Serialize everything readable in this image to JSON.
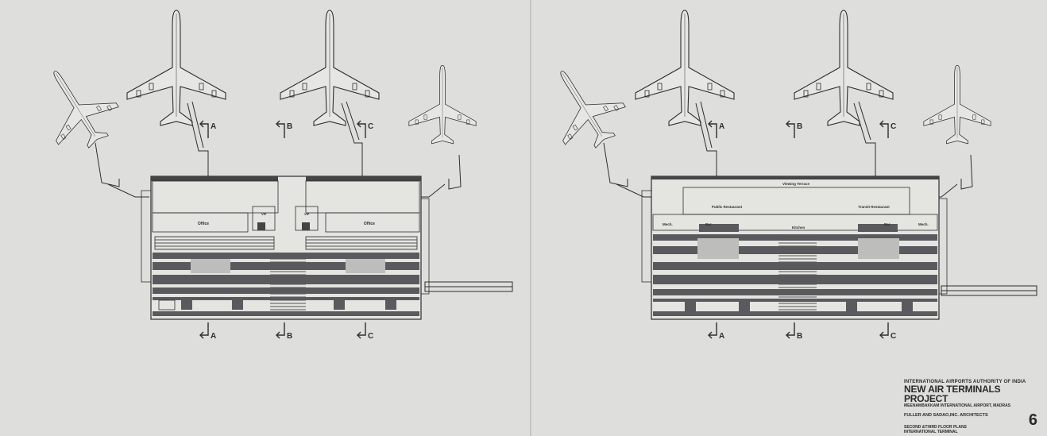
{
  "section_marks": [
    "A",
    "B",
    "C"
  ],
  "left_plan": {
    "office_label": "Office",
    "vip_label": "VIP"
  },
  "right_plan": {
    "viewing_terrace": "Viewing Terrace",
    "public_restaurant": "Public Restaurant",
    "transit_restaurant": "Transit Restaurant",
    "kitchen": "Kitchen",
    "bar": "Bar",
    "mech": "Mech."
  },
  "title_block": {
    "authority": "INTERNATIONAL AIRPORTS AUTHORITY OF INDIA",
    "project": "NEW AIR TERMINALS PROJECT",
    "airport": "MEENAMBAKKAM INTERNATIONAL AIRPORT, MADRAS",
    "architects": "FULLER AND SADAO,INC. ARCHITECTS",
    "drawing_title_1": "SECOND &THIRD FLOOR PLANS",
    "drawing_title_2": "INTERNATIONAL TERMINAL",
    "sheet_number": "6"
  },
  "colors": {
    "paper": "#dedfdc",
    "ink": "#2e2e2e",
    "dark_band": "#5a5a5e",
    "light_band": "#bdbdbb"
  }
}
